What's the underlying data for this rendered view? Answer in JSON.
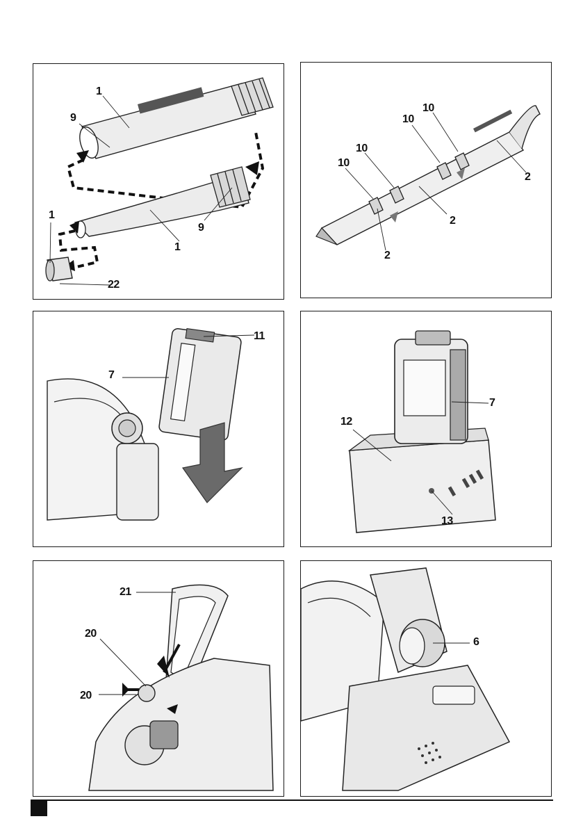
{
  "figures": [
    {
      "id": "fig-1",
      "labels": {
        "a": "1",
        "b": "9",
        "c": "1",
        "d": "9",
        "e": "1",
        "f": "1",
        "g": "22"
      }
    },
    {
      "id": "fig-2",
      "labels": {
        "a": "10",
        "b": "10",
        "c": "10",
        "d": "10",
        "e": "2",
        "f": "2",
        "g": "2"
      }
    },
    {
      "id": "fig-3",
      "labels": {
        "a": "11",
        "b": "7"
      }
    },
    {
      "id": "fig-4",
      "labels": {
        "a": "7",
        "b": "12",
        "c": "13"
      }
    },
    {
      "id": "fig-5",
      "labels": {
        "a": "21",
        "b": "20",
        "c": "20"
      }
    },
    {
      "id": "fig-6",
      "labels": {
        "a": "6"
      }
    }
  ],
  "colors": {
    "line": "#1a1a1a",
    "gray_light": "#e6e6e6",
    "gray_mid": "#bdbdbd",
    "gray_dark": "#7a7a7a"
  },
  "icon_names": [
    "tube-icon",
    "nozzle-icon",
    "battery-icon",
    "charger-icon",
    "handle-icon",
    "knob-icon",
    "arrow-icon"
  ]
}
